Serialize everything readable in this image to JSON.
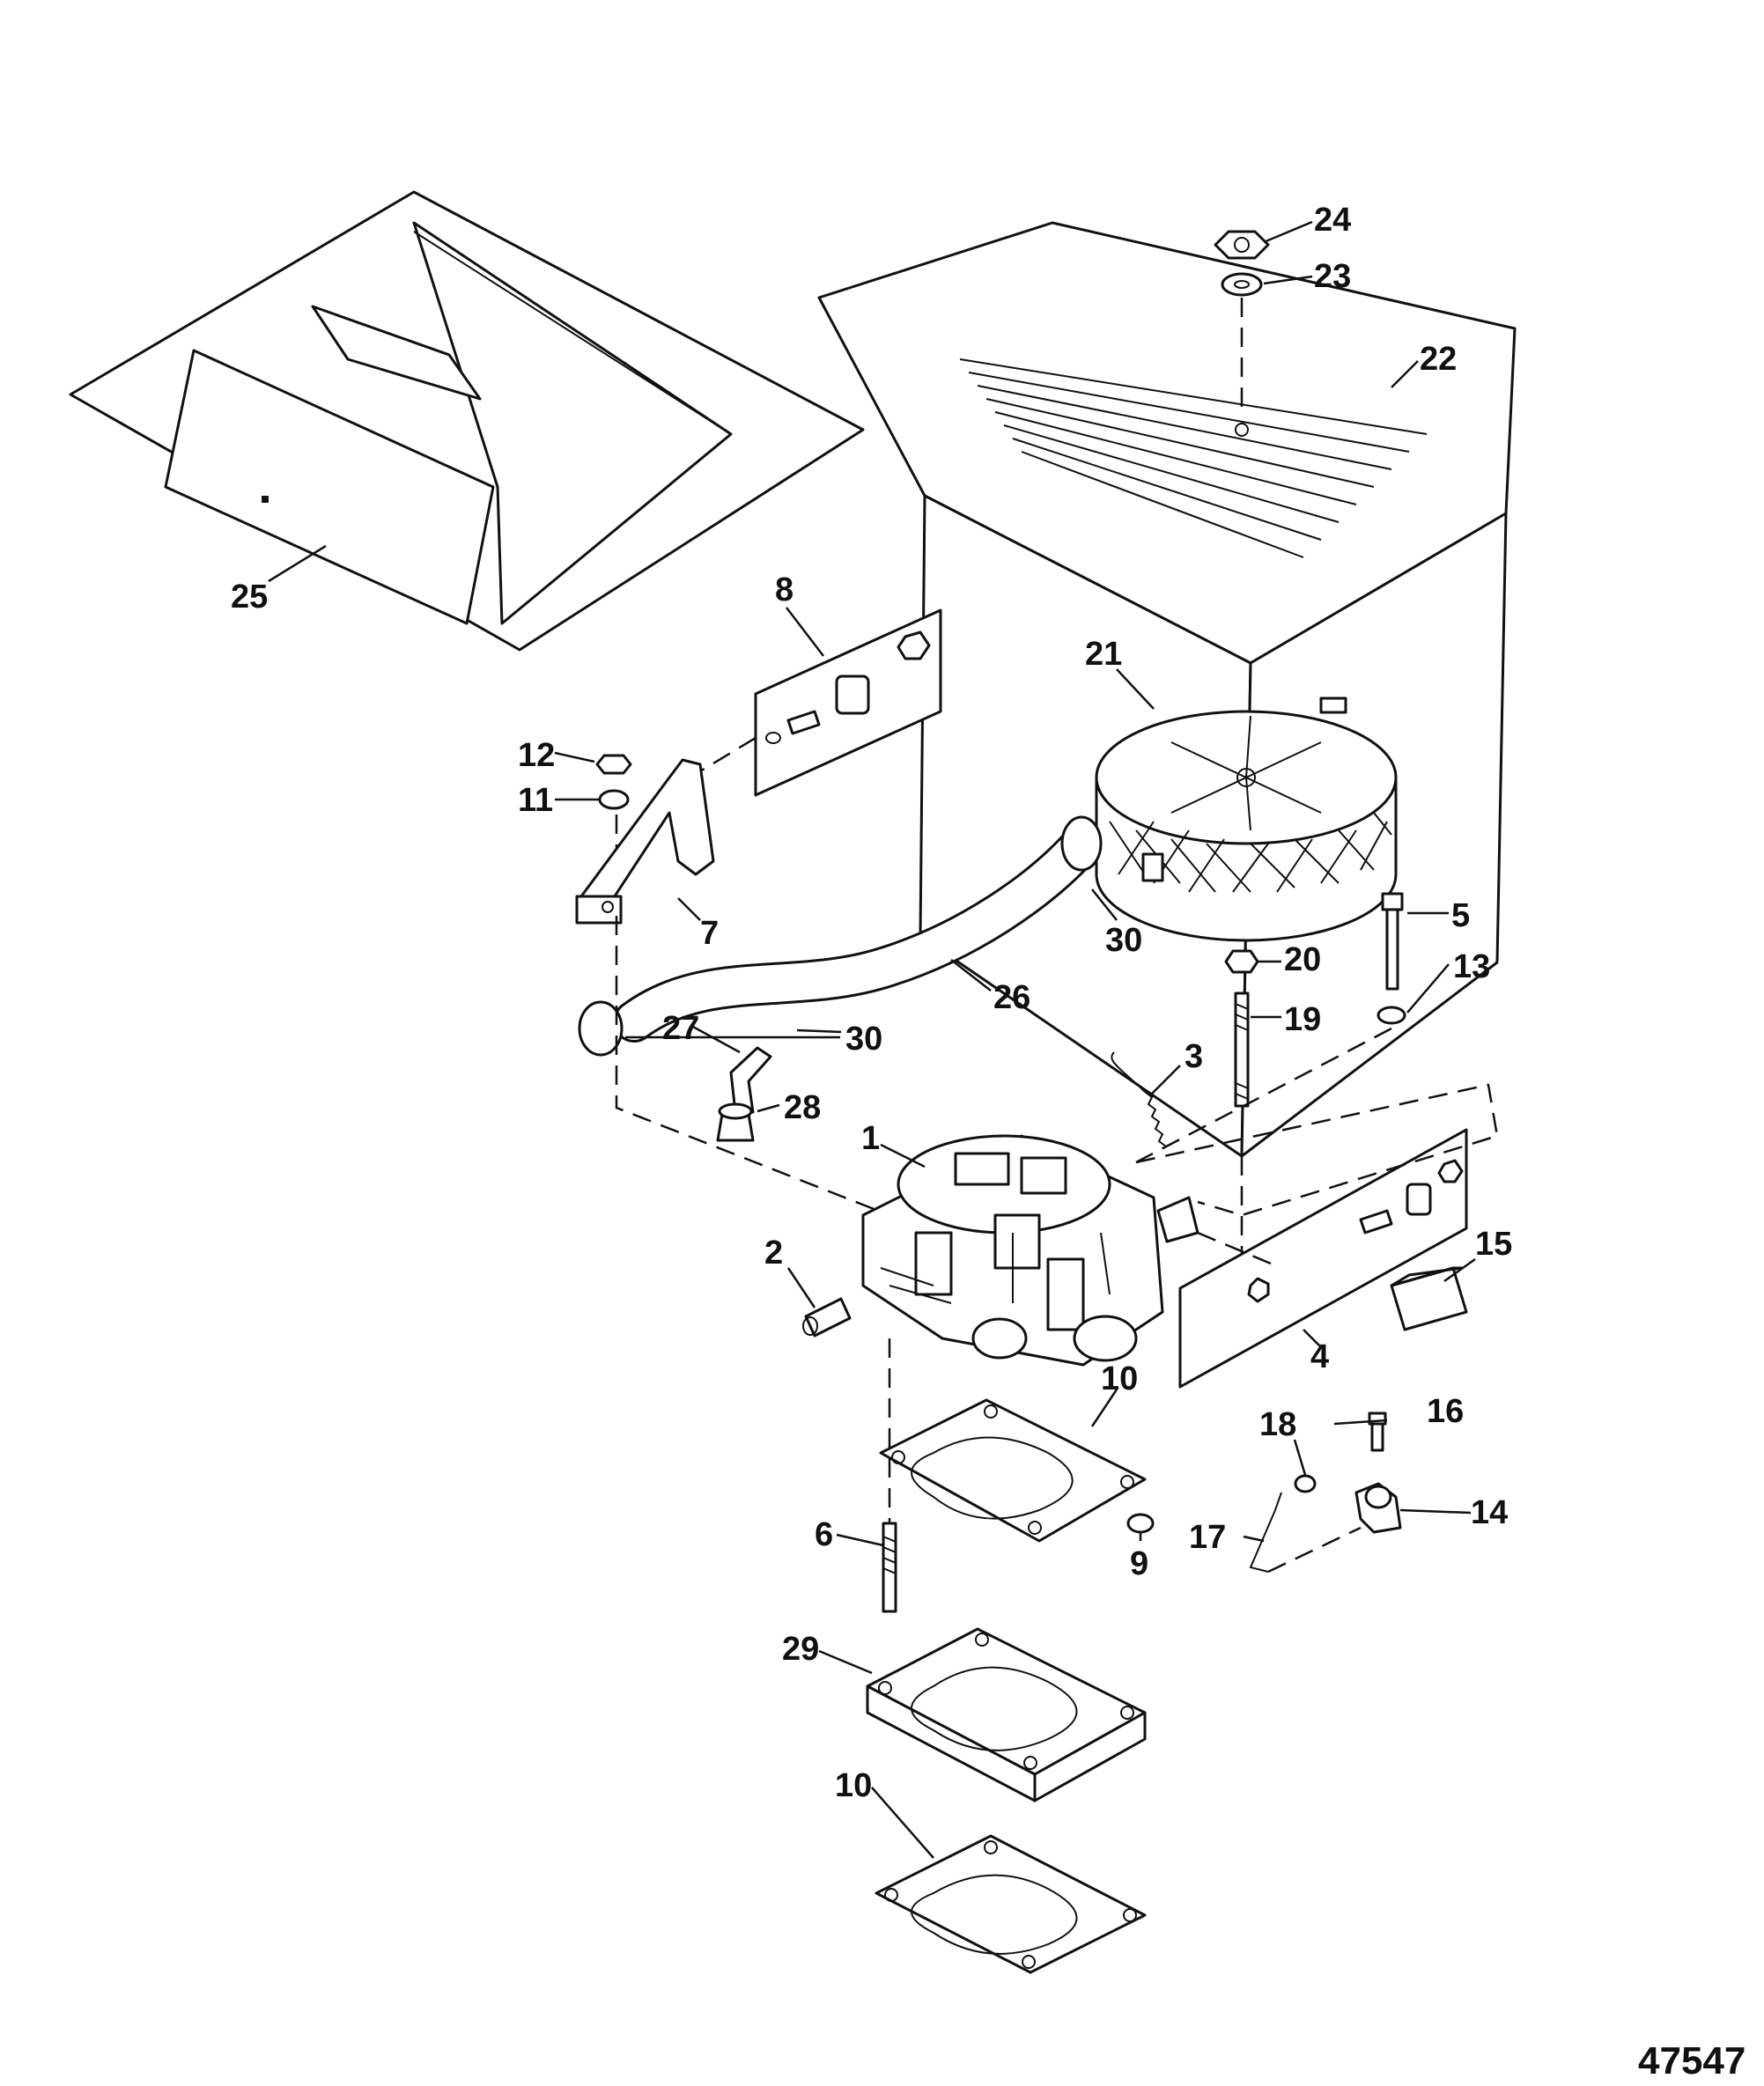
{
  "figure_number": "47547",
  "callouts": [
    "1",
    "2",
    "3",
    "4",
    "5",
    "6",
    "7",
    "8",
    "9",
    "10",
    "11",
    "12",
    "13",
    "14",
    "15",
    "16",
    "17",
    "18",
    "19",
    "20",
    "21",
    "22",
    "23",
    "24",
    "25",
    "26",
    "27",
    "28",
    "29",
    "30"
  ]
}
